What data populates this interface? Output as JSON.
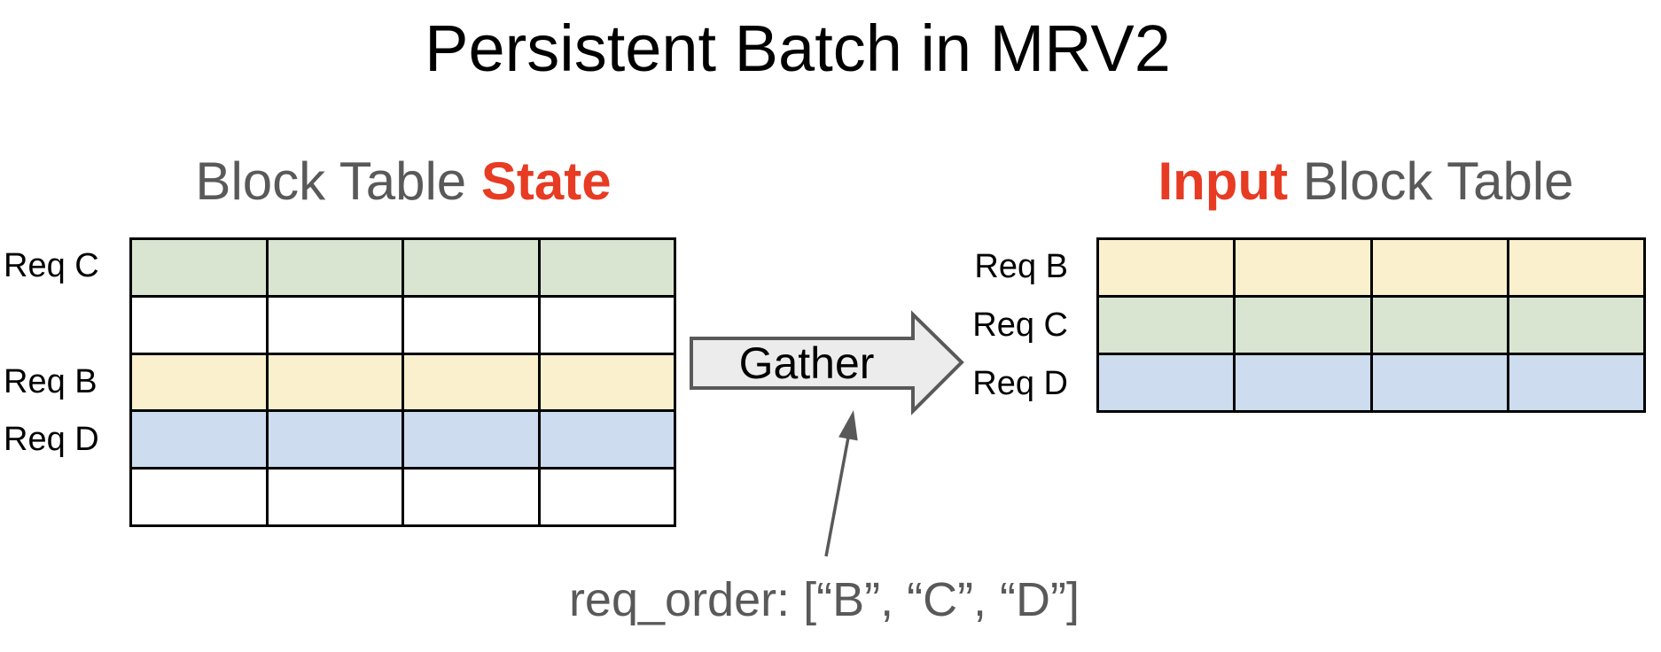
{
  "title": "Persistent Batch in MRV2",
  "left_table": {
    "title": {
      "plain": "Block Table ",
      "accent": "State"
    },
    "columns": 4,
    "rows": [
      {
        "label": "Req C",
        "color": "green"
      },
      {
        "label": "",
        "color": "white"
      },
      {
        "label": "Req B",
        "color": "yellow"
      },
      {
        "label": "Req D",
        "color": "blue"
      },
      {
        "label": "",
        "color": "white"
      }
    ]
  },
  "right_table": {
    "title": {
      "accent": "Input",
      "plain": " Block Table"
    },
    "columns": 4,
    "rows": [
      {
        "label": "Req B",
        "color": "yellow"
      },
      {
        "label": "Req C",
        "color": "green"
      },
      {
        "label": "Req D",
        "color": "blue"
      }
    ]
  },
  "gather_arrow": {
    "label": "Gather"
  },
  "annotation": {
    "label": "req_order: [“B”, “C”, “D”]"
  },
  "colors": {
    "green": "#d9e5d1",
    "yellow": "#fbf0cd",
    "blue": "#cddcee",
    "white": "#ffffff",
    "accent_red": "#e73b23",
    "muted_text": "#595959",
    "arrow_fill": "#ececec",
    "arrow_outline": "#595959",
    "table_border": "#000000"
  }
}
